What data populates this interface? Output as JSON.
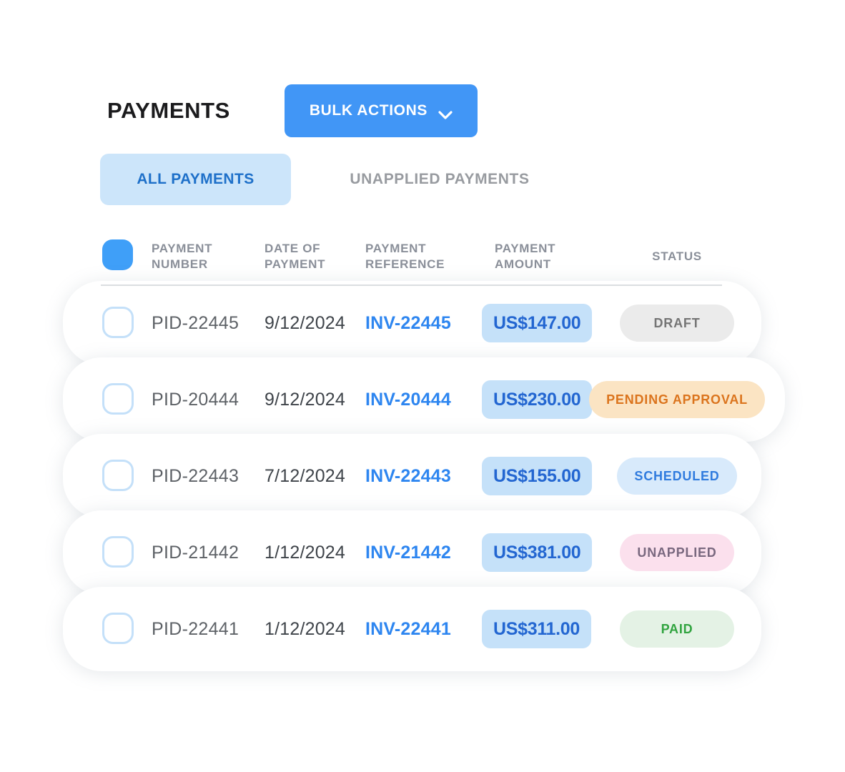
{
  "header": {
    "title": "PAYMENTS",
    "bulk_actions_label": "BULK ACTIONS",
    "bulk_actions_icon": "chevron-down-icon"
  },
  "tabs": {
    "all_payments": "ALL PAYMENTS",
    "unapplied_payments": "UNAPPLIED PAYMENTS"
  },
  "table": {
    "columns": {
      "number": "PAYMENT NUMBER",
      "date": "DATE OF PAYMENT",
      "reference": "PAYMENT REFERENCE",
      "amount": "PAYMENT AMOUNT",
      "status": "STATUS"
    },
    "select_all_checked": true,
    "rows": [
      {
        "number": "PID-22445",
        "date": "9/12/2024",
        "reference": "INV-22445",
        "amount": "US$147.00",
        "status": "DRAFT",
        "status_type": "draft",
        "checked": false
      },
      {
        "number": "PID-20444",
        "date": "9/12/2024",
        "reference": "INV-20444",
        "amount": "US$230.00",
        "status": "PENDING APPROVAL",
        "status_type": "pending",
        "checked": false
      },
      {
        "number": "PID-22443",
        "date": "7/12/2024",
        "reference": "INV-22443",
        "amount": "US$155.00",
        "status": "SCHEDULED",
        "status_type": "scheduled",
        "checked": false
      },
      {
        "number": "PID-21442",
        "date": "1/12/2024",
        "reference": "INV-21442",
        "amount": "US$381.00",
        "status": "UNAPPLIED",
        "status_type": "unapplied",
        "checked": false
      },
      {
        "number": "PID-22441",
        "date": "1/12/2024",
        "reference": "INV-22441",
        "amount": "US$311.00",
        "status": "PAID",
        "status_type": "paid",
        "checked": false
      }
    ]
  },
  "colors": {
    "accent_blue": "#4196F6",
    "select_all_blue": "#3F9FF8",
    "tab_active_bg": "#CCE5FA",
    "tab_active_text": "#1E70C9",
    "link_blue": "#2E86F0",
    "amount_pill_bg": "#C5E1F9",
    "amount_text": "#2366D1",
    "status_draft": {
      "bg": "#EBEBEB",
      "text": "#757575"
    },
    "status_pending": {
      "bg": "#FBE4C3",
      "text": "#DB741D"
    },
    "status_scheduled": {
      "bg": "#D8EAFB",
      "text": "#2F7BDE"
    },
    "status_unapplied": {
      "bg": "#FBE0ED",
      "text": "#79687F"
    },
    "status_paid": {
      "bg": "#E4F2E5",
      "text": "#31A440"
    }
  }
}
